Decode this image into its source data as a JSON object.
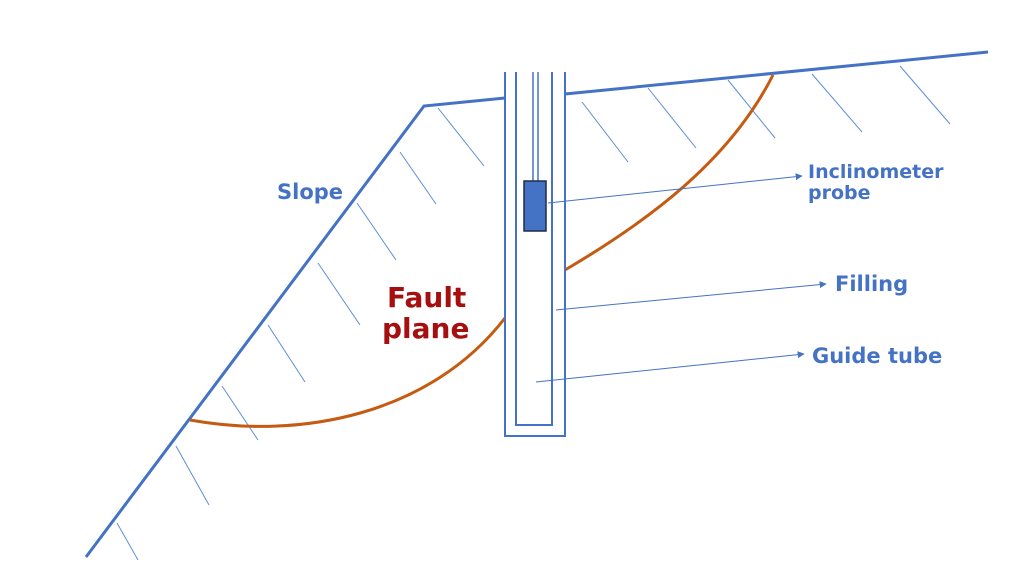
{
  "labels": {
    "slope": "Slope",
    "fault_line1": "Fault",
    "fault_line2": "plane",
    "probe_line1": "Inclinometer",
    "probe_line2": "probe",
    "filling": "Filling",
    "guide_tube": "Guide tube"
  },
  "colors": {
    "slope_line": "#4472c4",
    "hatch": "#5b8fd6",
    "fault_curve": "#c55a11",
    "fault_text": "#a50f0f",
    "tube": "#4472c4",
    "probe_fill": "#4472c4",
    "label_text": "#4472c4"
  }
}
